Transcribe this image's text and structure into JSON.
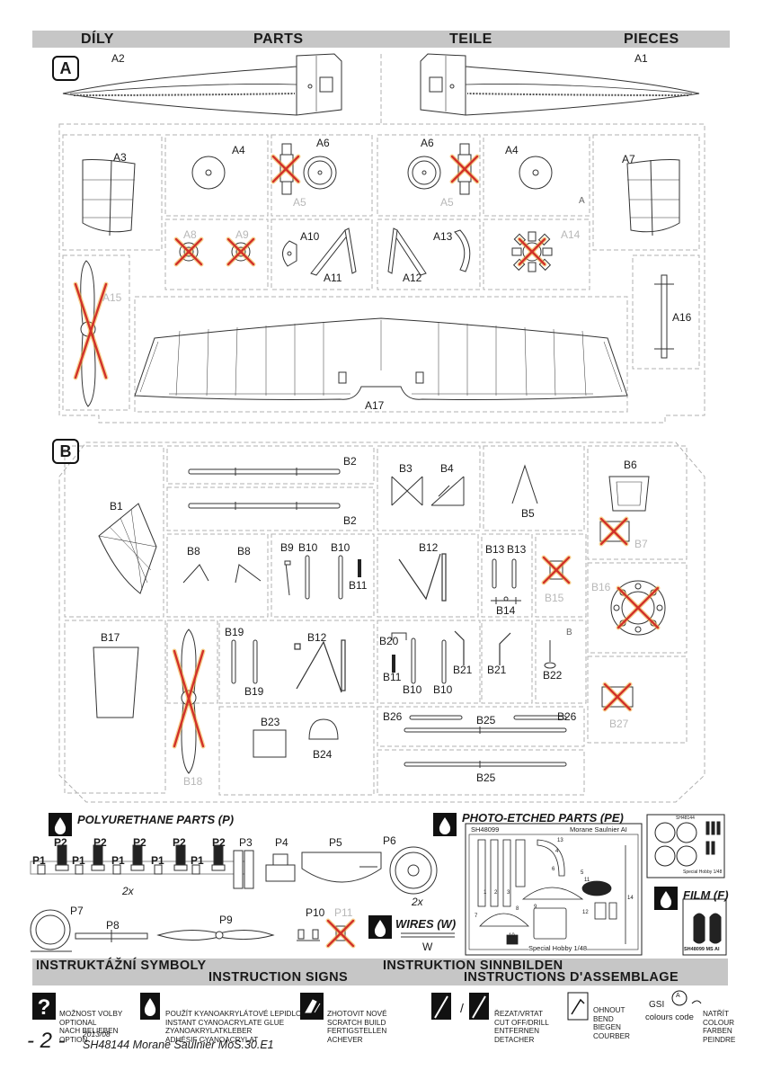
{
  "header": {
    "cz": "DÍLY",
    "en": "PARTS",
    "de": "TEILE",
    "fr": "PIECES"
  },
  "sprue_a": {
    "badge": "A",
    "labels": [
      "A1",
      "A2",
      "A3",
      "A4",
      "A4",
      "A5",
      "A5",
      "A6",
      "A6",
      "A7",
      "A8",
      "A9",
      "A10",
      "A11",
      "A12",
      "A13",
      "A14",
      "A15",
      "A16",
      "A17"
    ],
    "sprue_mark": "A"
  },
  "sprue_b": {
    "badge": "B",
    "labels": [
      "B1",
      "B2",
      "B2",
      "B3",
      "B4",
      "B5",
      "B6",
      "B7",
      "B8",
      "B8",
      "B9",
      "B10",
      "B10",
      "B10",
      "B10",
      "B11",
      "B11",
      "B12",
      "B12",
      "B13",
      "B13",
      "B14",
      "B15",
      "B16",
      "B17",
      "B18",
      "B19",
      "B19",
      "B20",
      "B21",
      "B21",
      "B22",
      "B23",
      "B24",
      "B25",
      "B25",
      "B26",
      "B26",
      "B27"
    ],
    "sprue_mark": "B"
  },
  "resin": {
    "title": "POLYURETHANE PARTS (P)",
    "labels": {
      "p1": "P1",
      "p2": "P2",
      "p3": "P3",
      "p4": "P4",
      "p5": "P5",
      "p6": "P6",
      "p7": "P7",
      "p8": "P8",
      "p9": "P9",
      "p10": "P10",
      "p11": "P11"
    },
    "qty_2x_a": "2x",
    "qty_2x_b": "2x"
  },
  "wires": {
    "title": "WIRES (W)",
    "label": "W"
  },
  "pe": {
    "title": "PHOTO-ETCHED PARTS (PE)",
    "fret_code": "SH48099",
    "fret_name": "Morane Saulnier AI",
    "fret_maker": "Special Hobby 1/48",
    "numbers": [
      "1",
      "2",
      "3",
      "4",
      "5",
      "6",
      "7",
      "8",
      "9",
      "10",
      "11",
      "12",
      "13",
      "14"
    ],
    "small_fret_code": "SH48144",
    "small_fret_maker": "Special Hobby 1/48"
  },
  "film": {
    "title": "FILM (F)",
    "code": "SH48099 MS AI"
  },
  "symbols_header": {
    "line1_left": "INSTRUKTÁŽNÍ SYMBOLY",
    "line1_right": "INSTRUKTION SINNBILDEN",
    "line2_left": "INSTRUCTION SIGNS",
    "line2_right": "INSTRUCTIONS D'ASSEMBLAGE"
  },
  "symbols": [
    {
      "icon": "question-icon",
      "lines": [
        "MOŽNOST VOLBY",
        "OPTIONAL",
        "NACH BELIEBEN",
        "OPTION"
      ]
    },
    {
      "icon": "glue-drop-icon",
      "lines": [
        "POUŽÍT KYANOAKRYLÁTOVÉ LEPIDLO",
        "INSTANT CYANOACRYLATE GLUE",
        "ZYANOAKRYLATKLEBER",
        "ADHÉSIF CYANOACRYLAT"
      ]
    },
    {
      "icon": "hand-icon",
      "lines": [
        "ZHOTOVIT NOVÉ",
        "SCRATCH BUILD",
        "FERTIGSTELLEN",
        "ACHEVER"
      ]
    },
    {
      "icon": "cut-icon",
      "lines": [
        "ŘEZAT/VRTAT",
        "CUT OFF/DRILL",
        "ENTFERNEN",
        "DETACHER"
      ]
    },
    {
      "icon": "bend-icon",
      "lines": [
        "OHNOUT",
        "BEND",
        "BIEGEN",
        "COURBER"
      ]
    },
    {
      "icon": "paint-icon",
      "lines": [
        "NATŘÍT",
        "COLOUR",
        "FARBEN",
        "PEINDRE"
      ]
    }
  ],
  "gsi": {
    "brand": "GSI",
    "caption": "colours code",
    "letter": "A"
  },
  "footer": {
    "page": "- 2 -",
    "date": "2013/08",
    "title": "SH48144 Morane Saulnier MoS.30.E1"
  },
  "colors": {
    "header_bg": "#c6c6c6",
    "cross": "#d2312a",
    "cross_glow": "#f2b23a",
    "line": "#333333",
    "sprue": "#b0b0b0"
  }
}
